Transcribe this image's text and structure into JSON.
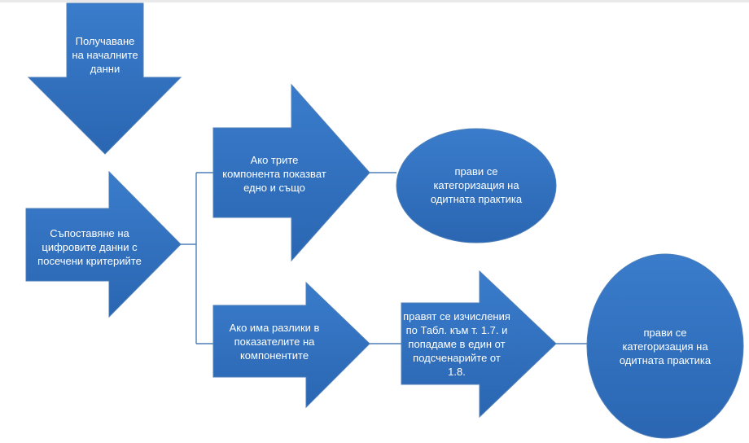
{
  "colors": {
    "fill": "#2f70c0",
    "stroke": "#4e7fb8",
    "connector": "#4e7fb8",
    "text": "#ffffff"
  },
  "nodes": {
    "start": {
      "text": "Получаване\nна началните\nданни"
    },
    "compare": {
      "text": "Съпоставяне на\nцифровите данни с\nпосечени критерийте"
    },
    "same": {
      "text": "Ако трите\nкомпонента показват\nедно и също"
    },
    "result_top": {
      "text": "прави се\nкатегоризация на\nодитната практика"
    },
    "diff": {
      "text": "Ако има разлики в\nпоказателите на\nкомпонентите"
    },
    "calc": {
      "text": "правят се изчисления\nпо Табл. към т. 1.7. и\nпопадаме в един от\nподсченарийте от\n1.8."
    },
    "result_bottom": {
      "text": "прави се\nкатегоризация на\nодитната практика"
    }
  }
}
